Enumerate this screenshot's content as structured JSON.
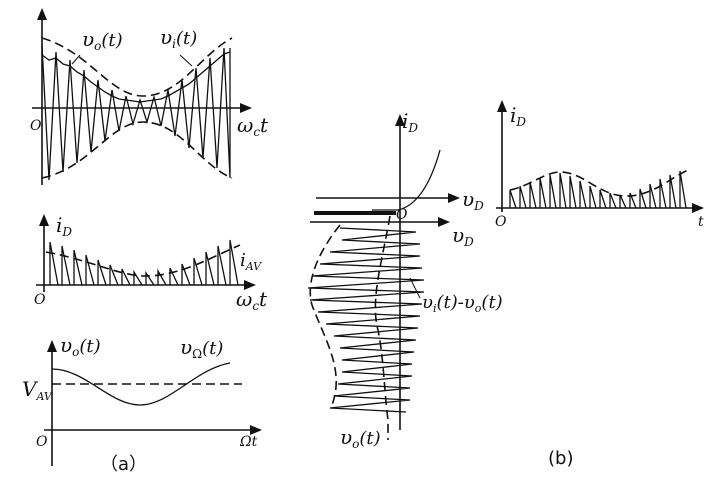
{
  "panel_a": {
    "top": {
      "origin": "O",
      "xlabel": "ω",
      "xlabel_sub": "c",
      "xlabel_tail": "t",
      "vo_label": "υ",
      "vo_sub": "o",
      "vo_arg": "(t)",
      "vi_label": "υ",
      "vi_sub": "i",
      "vi_arg": "(t)"
    },
    "middle": {
      "origin": "O",
      "ylabel": "i",
      "ylabel_sub": "D",
      "xlabel": "ω",
      "xlabel_sub": "c",
      "xlabel_tail": "t",
      "iav_label": "i",
      "iav_sub": "AV"
    },
    "bottom": {
      "origin": "O",
      "vo_label": "υ",
      "vo_sub": "o",
      "vo_arg": "(t)",
      "vomega_label": "υ",
      "vomega_sub": "Ω",
      "vomega_arg": "(t)",
      "vav_label": "V",
      "vav_sub": "AV",
      "xlabel": "Ωt"
    },
    "caption": "（a）"
  },
  "panel_b": {
    "curve": {
      "ylabel": "i",
      "ylabel_sub": "D",
      "xlabel": "υ",
      "xlabel_sub": "D",
      "origin": "O",
      "xlabel2": "υ",
      "xlabel2_sub": "D",
      "diff_label": "υ",
      "diff_sub1": "i",
      "diff_mid": "(t)-υ",
      "diff_sub2": "o",
      "diff_arg": "(t)",
      "vo_label": "υ",
      "vo_sub": "o",
      "vo_arg": "(t)"
    },
    "pulses": {
      "ylabel": "i",
      "ylabel_sub": "D",
      "origin": "O",
      "xlabel": "t"
    },
    "caption": "(b)"
  }
}
